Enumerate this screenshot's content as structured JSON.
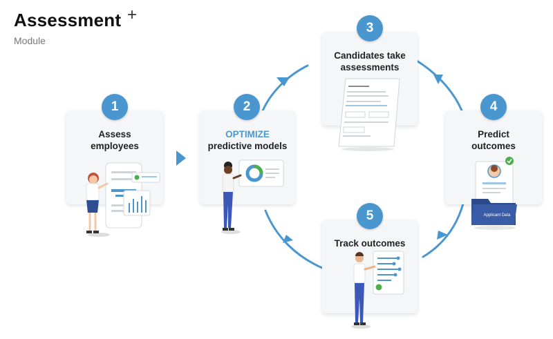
{
  "header": {
    "title": "Assessment",
    "plus": "+",
    "subtitle": "Module"
  },
  "steps": [
    {
      "number": "1",
      "line1": "Assess",
      "line2": "employees"
    },
    {
      "number": "2",
      "line1": "OPTIMIZE",
      "line2": "predictive models"
    },
    {
      "number": "3",
      "line1": "Candidates take",
      "line2": "assessments"
    },
    {
      "number": "4",
      "line1": "Predict",
      "line2": "outcomes"
    },
    {
      "number": "5",
      "line1": "Track outcomes"
    }
  ],
  "folder_label": "Applicant Data",
  "colors": {
    "accent": "#4a97d0",
    "card": "#f5f6f7",
    "folder": "#2c4a8a"
  }
}
